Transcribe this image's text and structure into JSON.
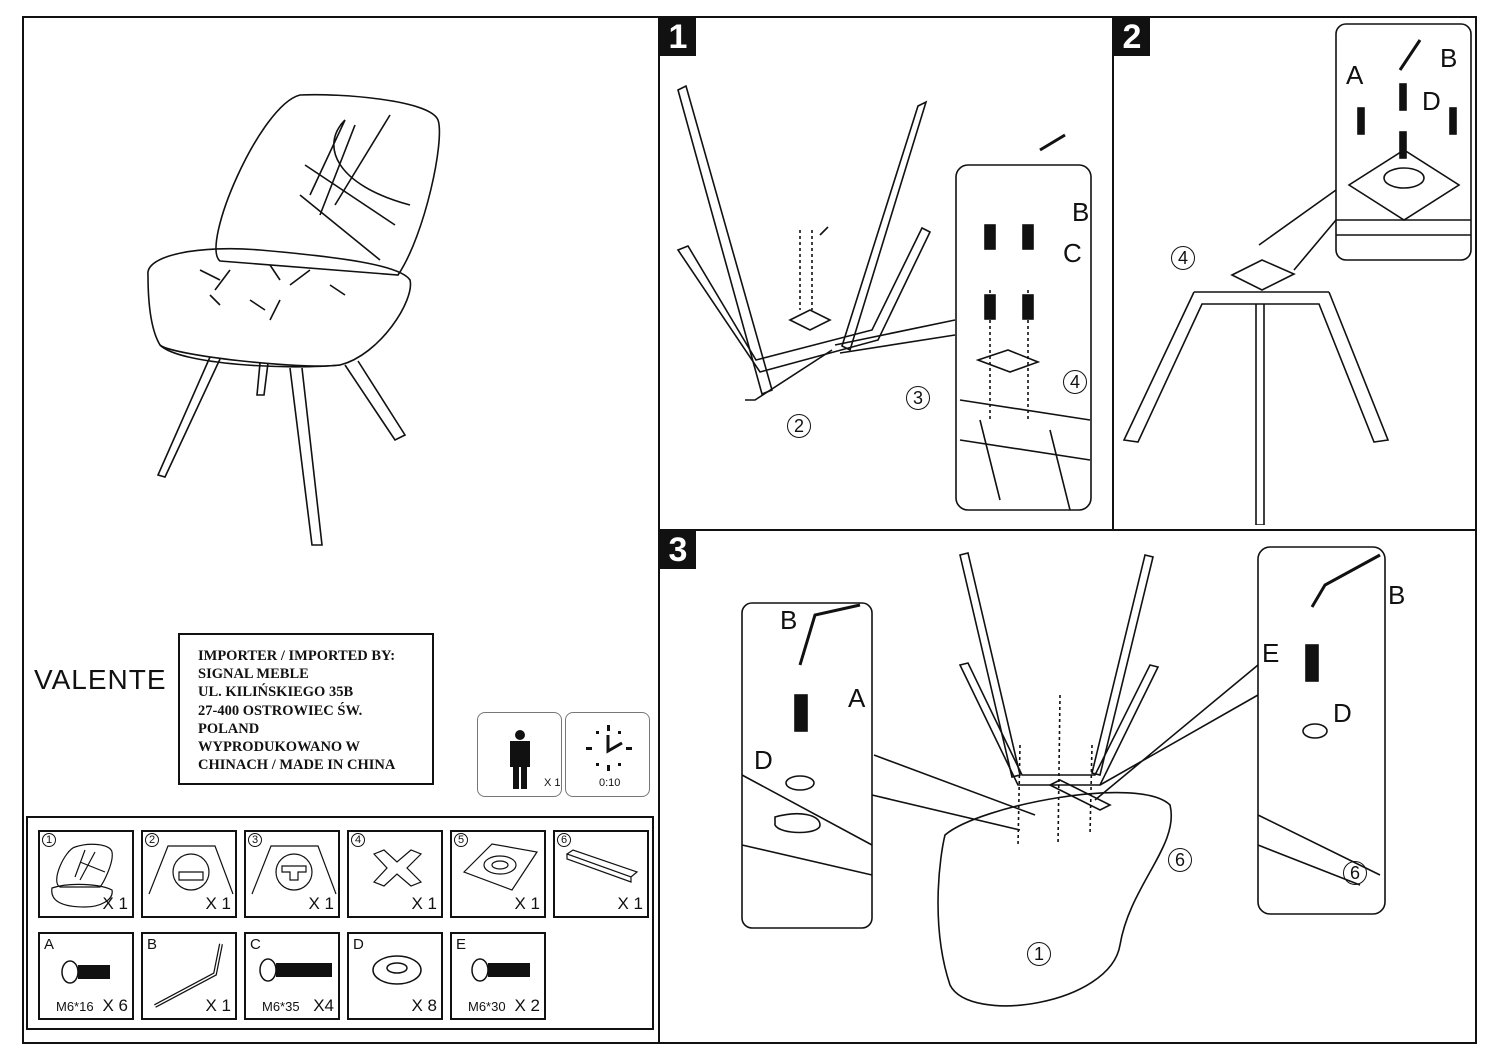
{
  "product": {
    "name": "VALENTE"
  },
  "importer": {
    "lines": [
      "IMPORTER / IMPORTED BY:",
      "SIGNAL MEBLE",
      "UL. KILIŃSKIEGO 35B",
      "27-400 OSTROWIEC ŚW.",
      "POLAND",
      "WYPRODUKOWANO W",
      "CHINACH / MADE IN CHINA"
    ]
  },
  "assembly_info": {
    "persons": "X 1",
    "time": "0:10"
  },
  "steps": [
    {
      "number": "1",
      "callouts": [
        "B",
        "C",
        "2",
        "3",
        "4"
      ]
    },
    {
      "number": "2",
      "callouts": [
        "A",
        "B",
        "D",
        "4"
      ]
    },
    {
      "number": "3",
      "callouts": [
        "A",
        "B",
        "D",
        "E",
        "1",
        "6"
      ]
    }
  ],
  "parts": [
    {
      "id": "1",
      "qty": "X 1"
    },
    {
      "id": "2",
      "qty": "X 1"
    },
    {
      "id": "3",
      "qty": "X 1"
    },
    {
      "id": "4",
      "qty": "X 1"
    },
    {
      "id": "5",
      "qty": "X 1"
    },
    {
      "id": "6",
      "qty": "X 1"
    }
  ],
  "hardware": [
    {
      "id": "A",
      "spec": "M6*16",
      "qty": "X 6"
    },
    {
      "id": "B",
      "spec": "",
      "qty": "X 1"
    },
    {
      "id": "C",
      "spec": "M6*35",
      "qty": "X4"
    },
    {
      "id": "D",
      "spec": "",
      "qty": "X 8"
    },
    {
      "id": "E",
      "spec": "M6*30",
      "qty": "X 2"
    }
  ],
  "icons": [
    "person-icon",
    "clock-icon",
    "hex-key-icon",
    "bolt-icon",
    "washer-icon"
  ]
}
